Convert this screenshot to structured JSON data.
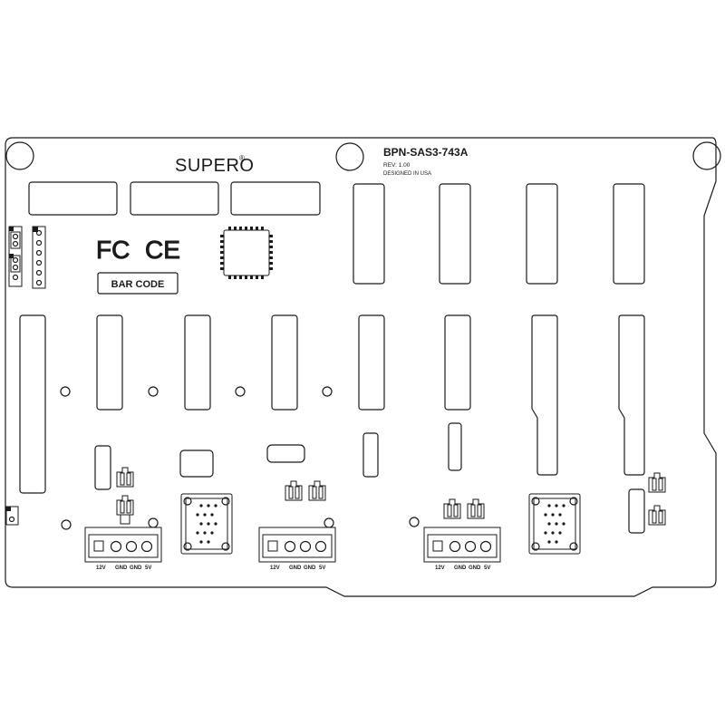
{
  "board": {
    "brand": "SUPERO",
    "brand_mark": "®",
    "part_number": "BPN-SAS3-743A",
    "revision": "REV:   1.00",
    "designed_in": "DESIGNED IN USA",
    "bar_code_label": "BAR CODE",
    "cert_fc": "FC",
    "cert_ce": "CE"
  },
  "power_connectors": [
    {
      "pins": [
        "12V",
        "GND",
        "GND",
        "5V"
      ]
    },
    {
      "pins": [
        "12V",
        "GND",
        "GND",
        "5V"
      ]
    },
    {
      "pins": [
        "12V",
        "GND",
        "GND",
        "5V"
      ]
    }
  ],
  "colors": {
    "line": "#1a1a1a",
    "background": "#ffffff"
  }
}
